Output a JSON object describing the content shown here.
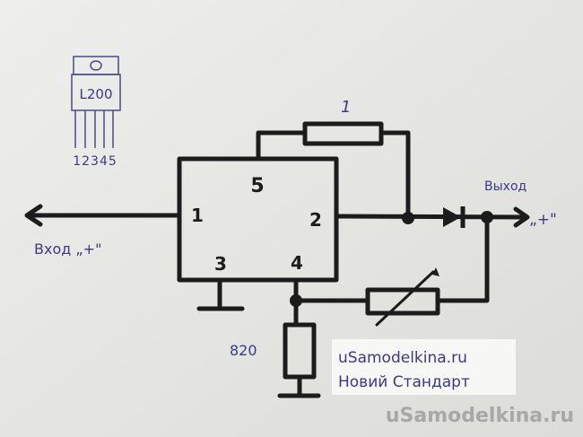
{
  "chip": {
    "name": "L200",
    "pins": "12345"
  },
  "ic_pins": {
    "p1": "1",
    "p2": "2",
    "p3": "3",
    "p4": "4",
    "p5": "5"
  },
  "labels": {
    "resistor_top": "1",
    "output": "Выход",
    "output_sign": "„+\"",
    "input": "Вход „+\"",
    "resistor_bottom": "820"
  },
  "note": {
    "line1": "uSamodelkina.ru",
    "line2": "Новий Стандарт"
  },
  "watermark": "uSamodelkina.ru",
  "colors": {
    "ink": "#1c1c1c",
    "pen": "#3a3a8a",
    "paper": "#e9e9e6"
  }
}
